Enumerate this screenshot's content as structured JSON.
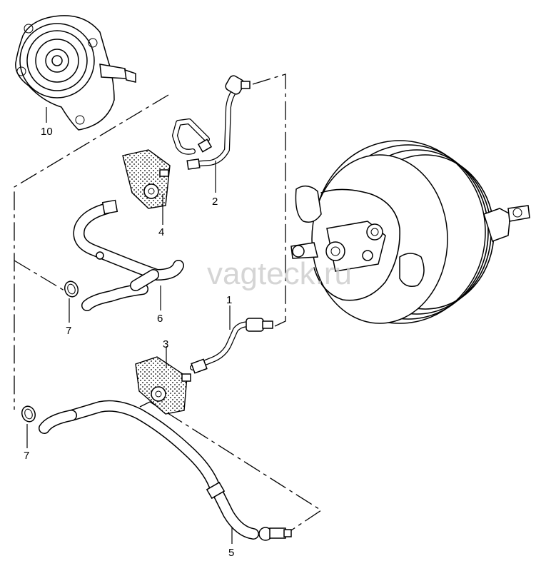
{
  "watermark": "vagteck.ru",
  "parts": [
    {
      "id": "1",
      "label": "1",
      "name": "vacuum line"
    },
    {
      "id": "2",
      "label": "2",
      "name": "vacuum line"
    },
    {
      "id": "3",
      "label": "3",
      "name": "check valve"
    },
    {
      "id": "4",
      "label": "4",
      "name": "check valve"
    },
    {
      "id": "5",
      "label": "5",
      "name": "hose"
    },
    {
      "id": "6",
      "label": "6",
      "name": "hose"
    },
    {
      "id": "7a",
      "label": "7",
      "name": "hose clip"
    },
    {
      "id": "7b",
      "label": "7",
      "name": "hose clip"
    },
    {
      "id": "10",
      "label": "10",
      "name": "vacuum pump"
    }
  ]
}
